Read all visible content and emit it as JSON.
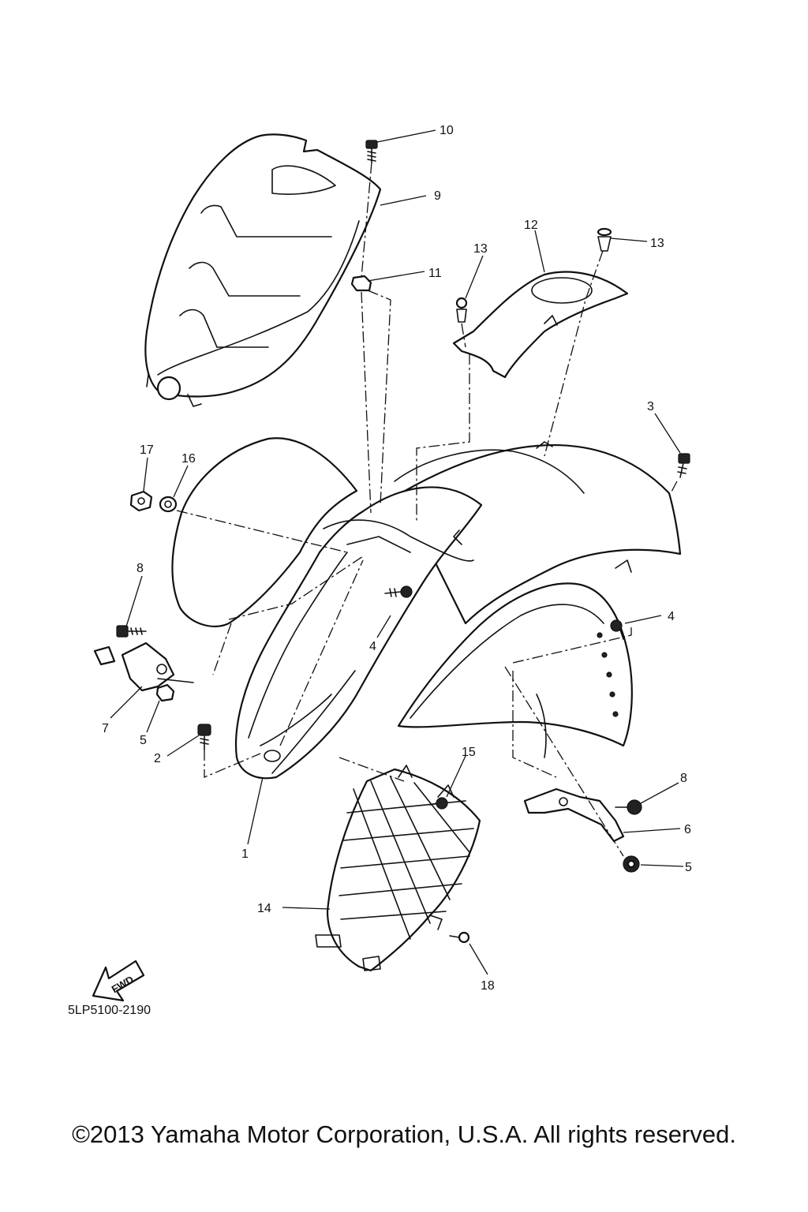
{
  "diagram": {
    "code": "5LP5100-2190",
    "copyright": "©2013 Yamaha Motor Corporation, U.S.A. All rights reserved.",
    "fwd_label": "FWD"
  },
  "callouts": [
    {
      "id": "c1",
      "label": "1"
    },
    {
      "id": "c2",
      "label": "2"
    },
    {
      "id": "c3",
      "label": "3"
    },
    {
      "id": "c4a",
      "label": "4"
    },
    {
      "id": "c4b",
      "label": "4"
    },
    {
      "id": "c5a",
      "label": "5"
    },
    {
      "id": "c5b",
      "label": "5"
    },
    {
      "id": "c6",
      "label": "6"
    },
    {
      "id": "c7",
      "label": "7"
    },
    {
      "id": "c8a",
      "label": "8"
    },
    {
      "id": "c8b",
      "label": "8"
    },
    {
      "id": "c9",
      "label": "9"
    },
    {
      "id": "c10",
      "label": "10"
    },
    {
      "id": "c11",
      "label": "11"
    },
    {
      "id": "c12",
      "label": "12"
    },
    {
      "id": "c13a",
      "label": "13"
    },
    {
      "id": "c13b",
      "label": "13"
    },
    {
      "id": "c14",
      "label": "14"
    },
    {
      "id": "c15",
      "label": "15"
    },
    {
      "id": "c16",
      "label": "16"
    },
    {
      "id": "c17",
      "label": "17"
    },
    {
      "id": "c18",
      "label": "18"
    }
  ]
}
